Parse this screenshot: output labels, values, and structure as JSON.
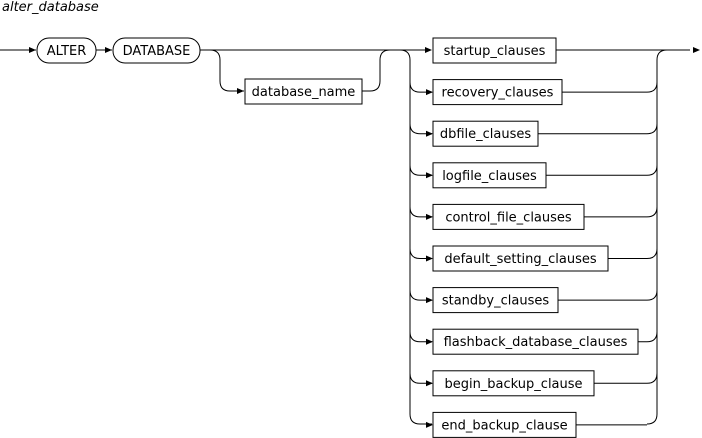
{
  "diagram": {
    "title": "alter_database",
    "keywords": [
      "ALTER",
      "DATABASE"
    ],
    "optional_item": "database_name",
    "choices": [
      "startup_clauses",
      "recovery_clauses",
      "dbfile_clauses",
      "logfile_clauses",
      "control_file_clauses",
      "default_setting_clauses",
      "standby_clauses",
      "flashback_database_clauses",
      "begin_backup_clause",
      "end_backup_clause"
    ]
  }
}
